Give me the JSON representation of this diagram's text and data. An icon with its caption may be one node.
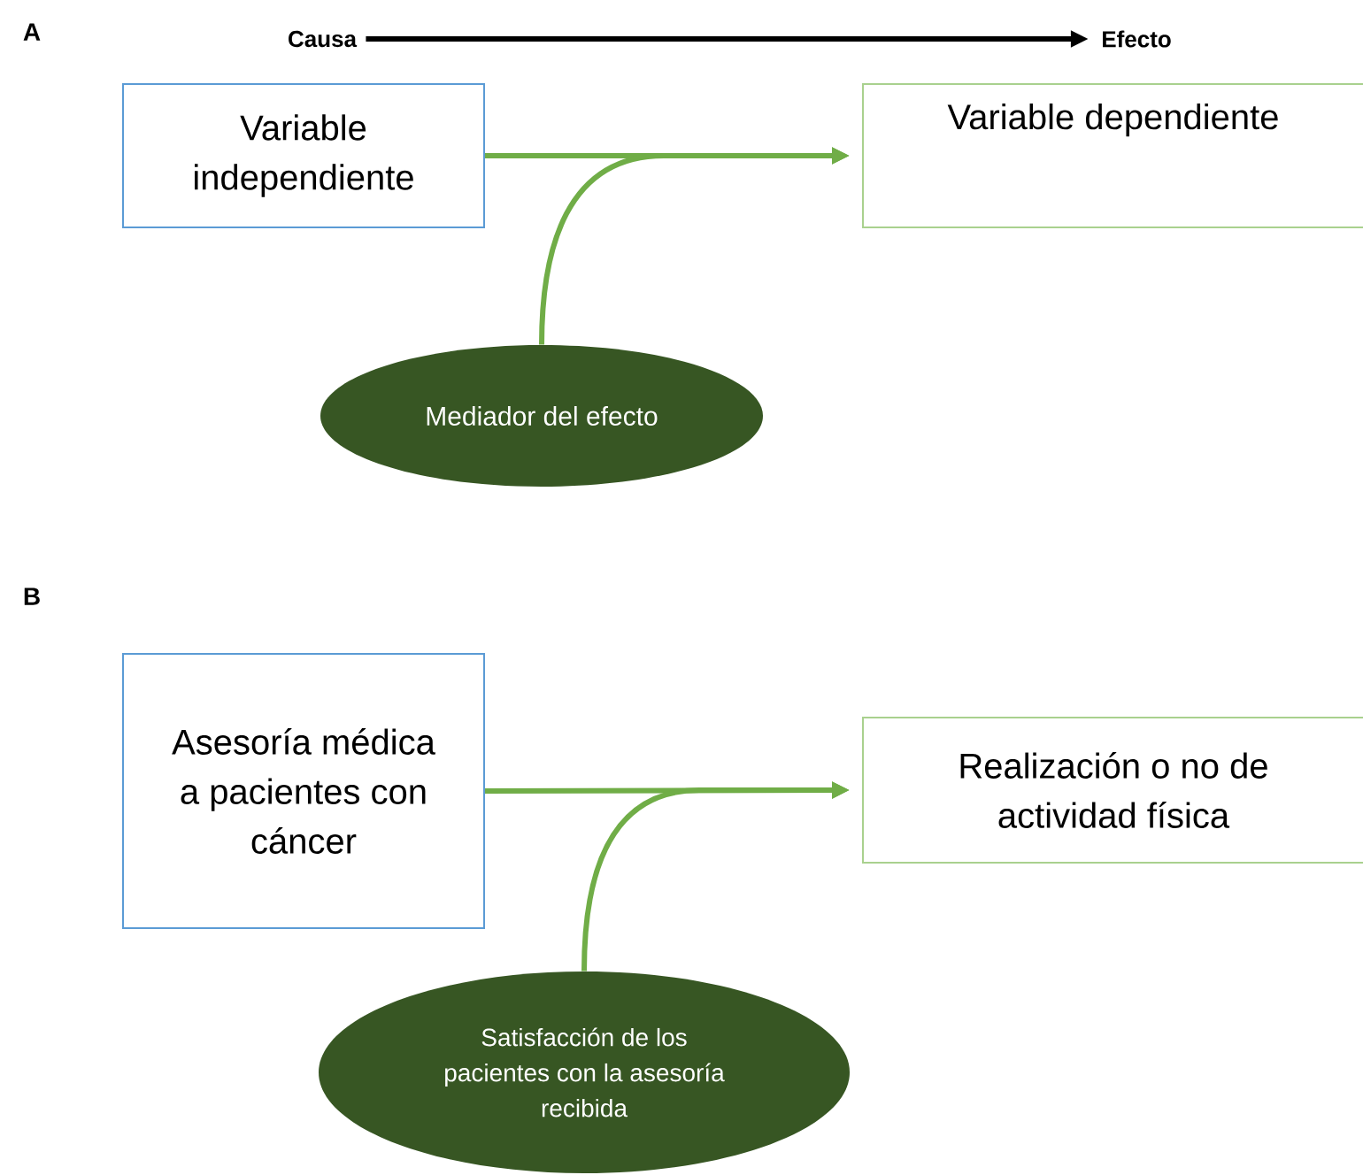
{
  "diagram": {
    "nodes": [
      {
        "text": [
          "Causa"
        ]
      },
      {
        "text": [
          "Efecto"
        ]
      },
      {
        "text": [
          "Variable independiente"
        ]
      },
      {
        "text": [
          "Variable dependiente"
        ]
      },
      {
        "text": [
          "Mediador del efecto"
        ]
      },
      {
        "text": [
          "Asesoría médica a pacientes con cáncer"
        ]
      },
      {
        "text": [
          "Realización o no de actividad física"
        ]
      },
      {
        "text": [
          "Satisfacción de los pacientes con la asesoría recibida"
        ]
      }
    ],
    "edges": [
      {
        "from": 0,
        "to": 1,
        "arrow": "to",
        "color": "#000000"
      },
      {
        "from": 2,
        "to": 3,
        "arrow": "to"
      },
      {
        "from": 4,
        "to": 3,
        "arrow": "to"
      },
      {
        "from": 5,
        "to": 6,
        "arrow": "to"
      },
      {
        "from": 7,
        "to": 6,
        "arrow": "to"
      }
    ],
    "labels": [
      "A",
      "B"
    ]
  }
}
